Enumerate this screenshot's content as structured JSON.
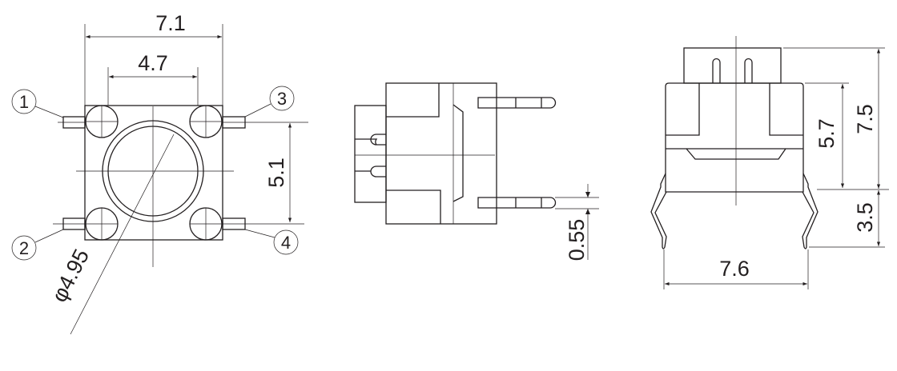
{
  "title": "Tactile switch dimension drawing",
  "top_view": {
    "dims": {
      "width": "7.1",
      "pad_pitch": "4.7",
      "pin_pitch": "5.1",
      "diameter": "φ4.95"
    },
    "pin_labels": [
      "1",
      "2",
      "3",
      "4"
    ]
  },
  "side_view": {
    "dims": {
      "pin_thickness": "0.55"
    }
  },
  "front_view": {
    "dims": {
      "total_height": "7.5",
      "body_height": "5.7",
      "leg_length": "3.5",
      "leg_span": "7.6"
    }
  },
  "colors": {
    "line": "#231f20",
    "background": "#ffffff"
  }
}
